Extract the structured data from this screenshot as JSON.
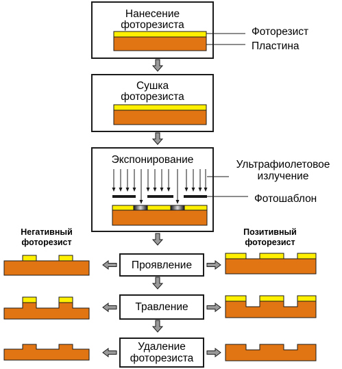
{
  "colors": {
    "resist": "#ffef00",
    "wafer": "#e17413",
    "outline": "#1a1a1a",
    "arrow_fill": "#9a9a9a",
    "mask": "#1a1a1a"
  },
  "steps": {
    "coat": "Нанесение\nфоторезиста",
    "dry": "Сушка\nфоторезиста",
    "expose": "Экспонирование",
    "develop": "Проявление",
    "etch": "Травление",
    "strip": "Удаление\nфоторезиста"
  },
  "labels": {
    "photoresist": "Фоторезист",
    "wafer": "Пластина",
    "uv": "Ультрафиолетовое\nизлучение",
    "photomask": "Фотошаблон",
    "negative": "Негативный\nфоторезист",
    "positive": "Позитивный\nфоторезист"
  }
}
